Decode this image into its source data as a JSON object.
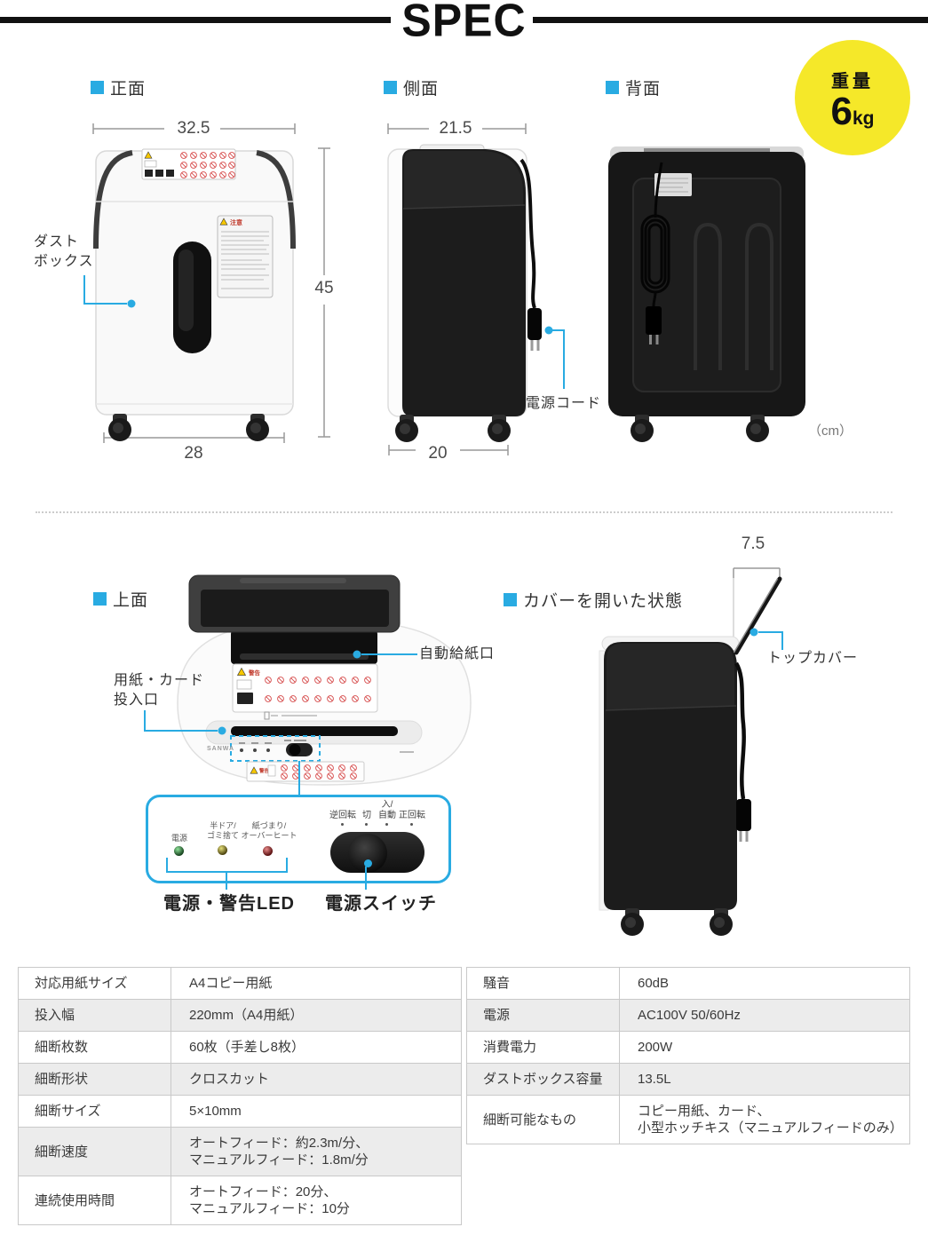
{
  "colors": {
    "accent": "#29abe2",
    "badge_yellow": "#f5e829",
    "title_black": "#111111",
    "table_alt_gray": "#ececec"
  },
  "header": {
    "title": "SPEC"
  },
  "badge": {
    "label": "重量",
    "value": "6",
    "unit": "kg"
  },
  "figures": {
    "front": {
      "label": "正面",
      "dim_width_top": "32.5",
      "dim_height": "45",
      "dim_width_bottom": "28",
      "callout_dustbox": [
        "ダスト",
        "ボックス"
      ],
      "sticker_caution": "注意"
    },
    "side": {
      "label": "側面",
      "dim_width_top": "21.5",
      "dim_depth_bottom": "20",
      "callout_power_cord": "電源コード",
      "unit_note": "（cm）"
    },
    "back": {
      "label": "背面"
    },
    "top": {
      "label": "上面",
      "callout_auto_feed": "自動給紙口",
      "callout_slot": [
        "用紙・カード",
        "投入口"
      ],
      "logo": "SANWA",
      "sticker_warning": "警告"
    },
    "cover_open": {
      "label": "カバーを開いた状態",
      "dim_cover": "7.5",
      "callout_top_cover": "トップカバー"
    }
  },
  "panel": {
    "led_power": "電源",
    "led_door": [
      "半ドア/",
      "ゴミ捨て"
    ],
    "led_jam": [
      "紙づまり/",
      "オーバーヒート"
    ],
    "switch_on": "入/",
    "switch_positions": [
      "逆回転",
      "切",
      "自動",
      "正回転"
    ],
    "caption_leds": "電源・警告LED",
    "caption_switch": "電源スイッチ"
  },
  "spec_left": {
    "rows": [
      {
        "k": "対応用紙サイズ",
        "v": [
          "A4コピー用紙"
        ]
      },
      {
        "k": "投入幅",
        "v": [
          "220mm（A4用紙）"
        ]
      },
      {
        "k": "細断枚数",
        "v": [
          "60枚（手差し8枚）"
        ]
      },
      {
        "k": "細断形状",
        "v": [
          "クロスカット"
        ]
      },
      {
        "k": "細断サイズ",
        "v": [
          "5×10mm"
        ]
      },
      {
        "k": "細断速度",
        "v": [
          "オートフィード：約2.3m/分、",
          "マニュアルフィード：1.8m/分"
        ]
      },
      {
        "k": "連続使用時間",
        "v": [
          "オートフィード：20分、",
          "マニュアルフィード：10分"
        ]
      }
    ]
  },
  "spec_right": {
    "rows": [
      {
        "k": "騒音",
        "v": [
          "60dB"
        ]
      },
      {
        "k": "電源",
        "v": [
          "AC100V 50/60Hz"
        ]
      },
      {
        "k": "消費電力",
        "v": [
          "200W"
        ]
      },
      {
        "k": "ダストボックス容量",
        "v": [
          "13.5L"
        ]
      },
      {
        "k": "細断可能なもの",
        "v": [
          "コピー用紙、カード、",
          "小型ホッチキス（マニュアルフィードのみ）"
        ]
      }
    ]
  }
}
